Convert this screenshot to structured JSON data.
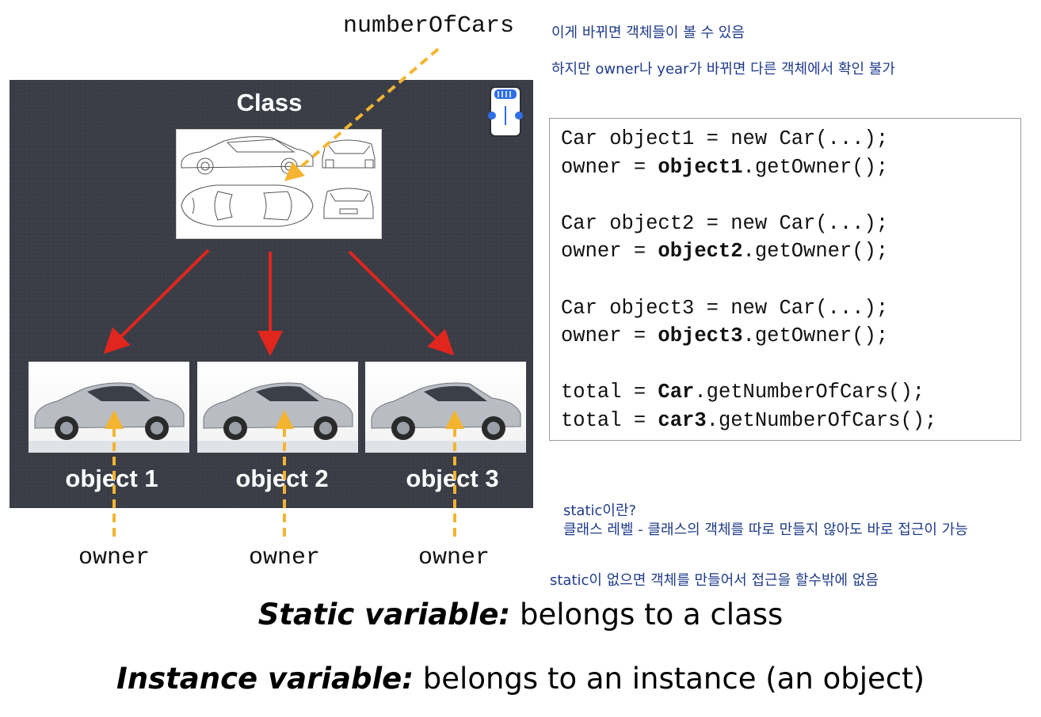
{
  "diagram": {
    "class_label": "Class",
    "top_variable": "numberOfCars",
    "objects": [
      {
        "label": "object 1",
        "variable": "owner"
      },
      {
        "label": "object 2",
        "variable": "owner"
      },
      {
        "label": "object 3",
        "variable": "owner"
      }
    ]
  },
  "notes": {
    "line1": "이게 바뀌면 객체들이 볼 수 있음",
    "line2": "하지만 owner나 year가 바뀌면 다른 객체에서 확인 불가",
    "static_q": "static이란?",
    "static_def": "클래스 레벨 - 클래스의 객체를 따로 만들지 않아도 바로 접근이 가능",
    "static_none": "static이 없으면 객체를 만들어서 접근을 할수밖에 없음"
  },
  "code": {
    "l1": "Car object1 = new Car(...);",
    "l2_pre": "owner = ",
    "l2_bold": "object1",
    "l2_post": ".getOwner();",
    "l3": "Car object2 = new Car(...);",
    "l4_pre": "owner = ",
    "l4_bold": "object2",
    "l4_post": ".getOwner();",
    "l5": "Car object3 = new Car(...);",
    "l6_pre": "owner = ",
    "l6_bold": "object3",
    "l6_post": ".getOwner();",
    "l7_pre": "total = ",
    "l7_bold": "Car",
    "l7_post": ".getNumberOfCars();",
    "l8_pre": "total = ",
    "l8_bold": "car3",
    "l8_post": ".getNumberOfCars();"
  },
  "statements": {
    "static_term": "Static variable:",
    "static_desc": " belongs to a class",
    "instance_term": "Instance variable:",
    "instance_desc": " belongs to an instance (an object)"
  },
  "colors": {
    "panel": "#3b3d46",
    "red_arrow": "#e0261d",
    "yellow_arrow": "#f4b430",
    "note_text": "#1f3b8a"
  }
}
